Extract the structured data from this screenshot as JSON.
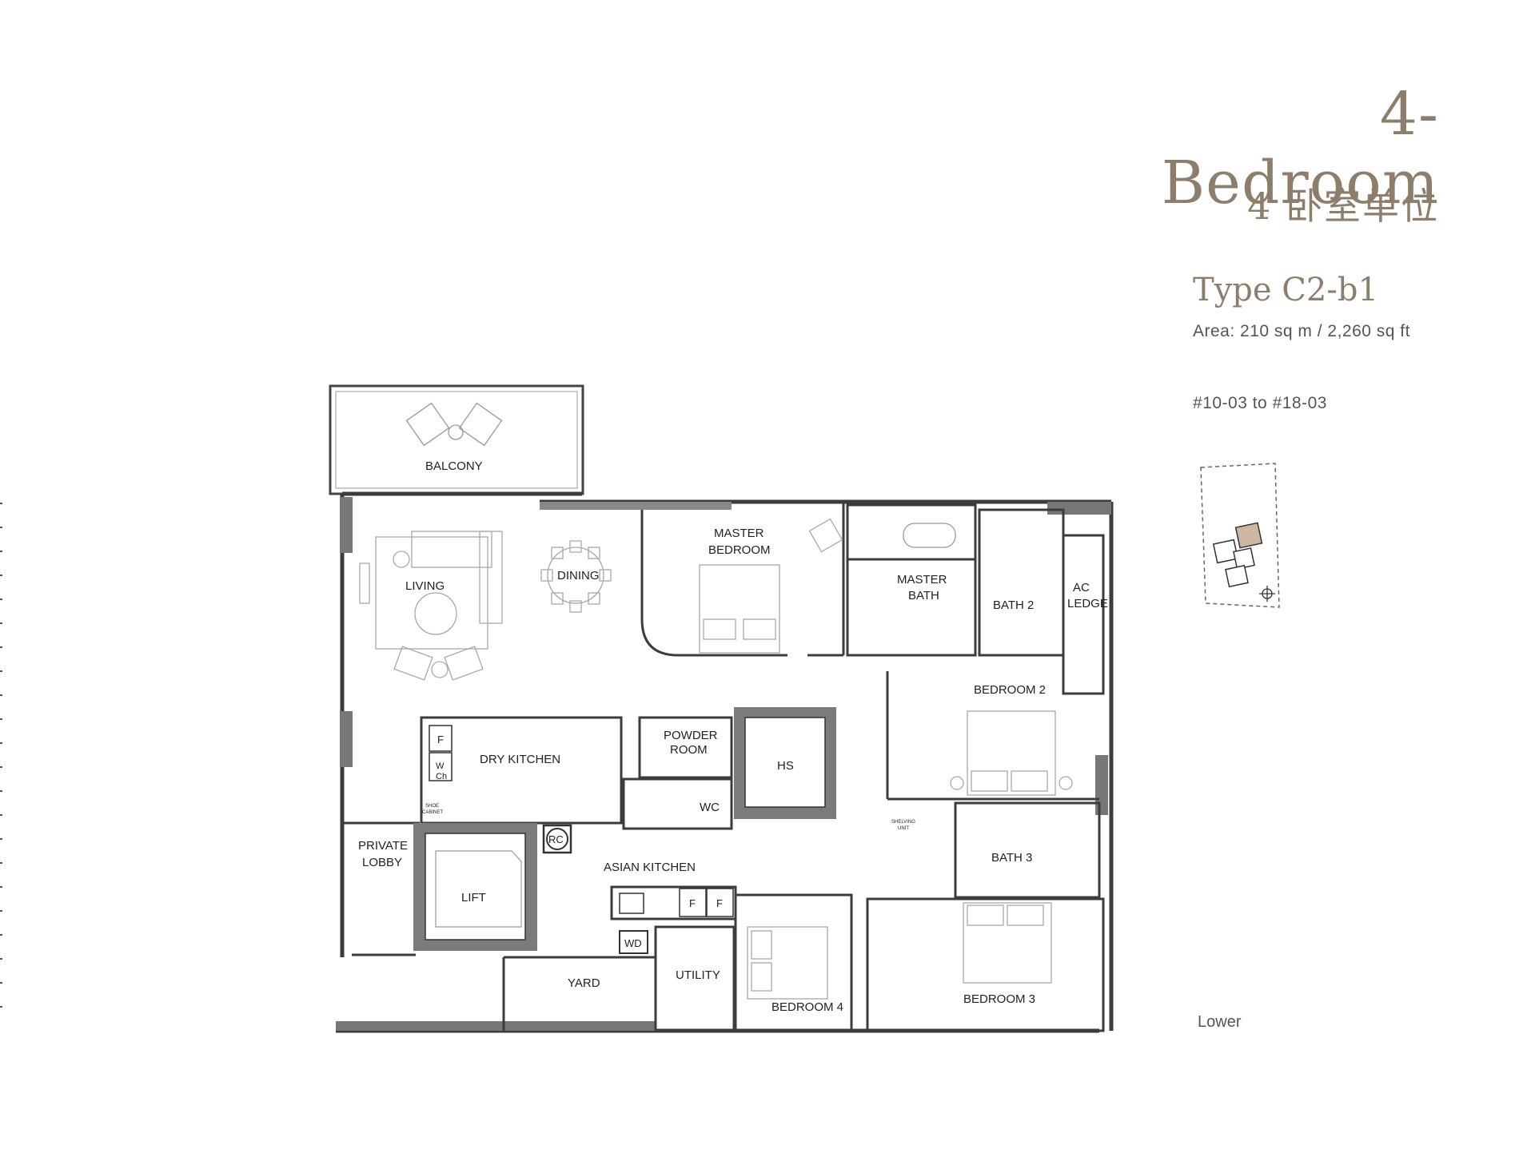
{
  "header": {
    "title": "4-Bedroom",
    "subtitle_cn": "4 卧室单位",
    "type": "Type C2-b1",
    "area": "Area: 210 sq m / 2,260 sq ft",
    "units": "#10-03 to #18-03",
    "floor": "Lower"
  },
  "rooms": {
    "balcony": "BALCONY",
    "living": "LIVING",
    "dining": "DINING",
    "master_bedroom_1": "MASTER",
    "master_bedroom_2": "BEDROOM",
    "master_bath_1": "MASTER",
    "master_bath_2": "BATH",
    "bath2": "BATH 2",
    "ac_ledge_1": "AC",
    "ac_ledge_2": "LEDGE",
    "bedroom2": "BEDROOM 2",
    "dry_kitchen": "DRY KITCHEN",
    "powder_room_1": "POWDER",
    "powder_room_2": "ROOM",
    "wc": "WC",
    "hs": "HS",
    "fridge": "F",
    "wch_1": "W",
    "wch_2": "Ch",
    "shoe_cabinet_1": "SHOE",
    "shoe_cabinet_2": "CABINET",
    "private_lobby_1": "PRIVATE",
    "private_lobby_2": "LOBBY",
    "lift": "LIFT",
    "rc": "RC",
    "asian_kitchen": "ASIAN KITCHEN",
    "f1": "F",
    "f2": "F",
    "wd": "WD",
    "yard": "YARD",
    "utility": "UTILITY",
    "bedroom4": "BEDROOM 4",
    "bedroom3": "BEDROOM 3",
    "bath3": "BATH 3",
    "shelving_1": "SHELVING",
    "shelving_2": "UNIT"
  },
  "colors": {
    "accent": "#8c7e6a",
    "wall": "#444444",
    "wall_fill": "#8a8a8a",
    "furniture": "#9a9a9a",
    "keyplan_highlight": "#cdb7a3"
  }
}
